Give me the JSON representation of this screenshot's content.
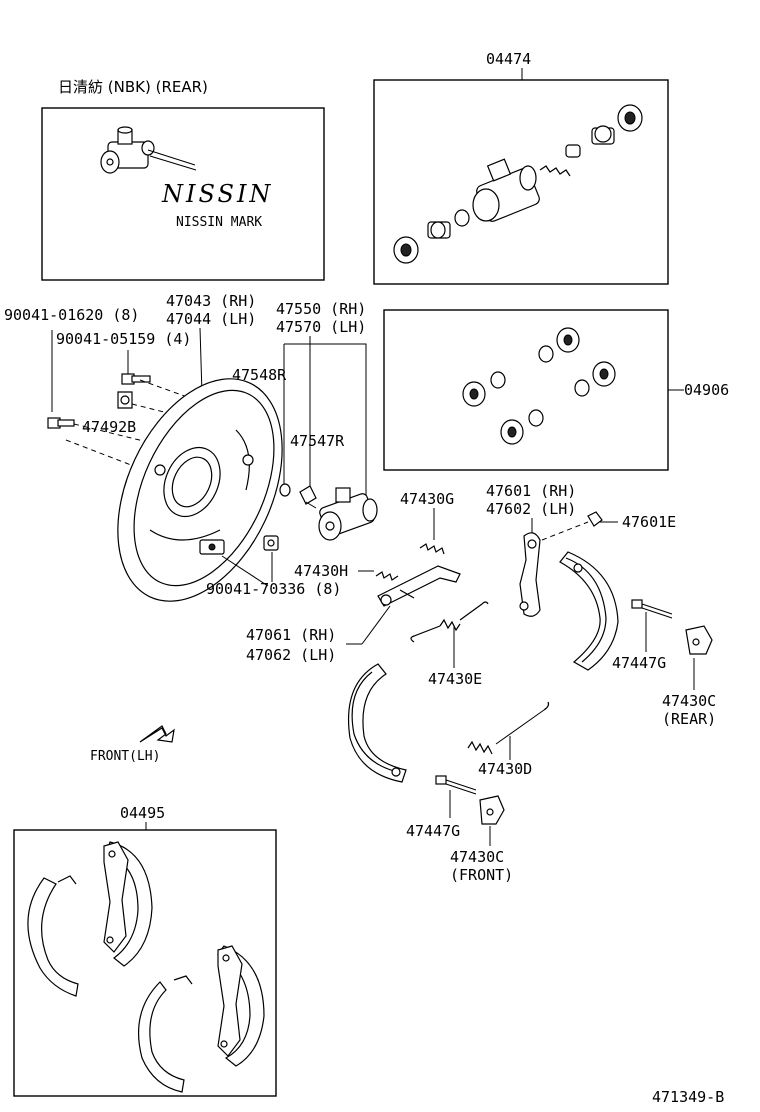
{
  "labels": {
    "nissin_header": "日清紡 (NBK) (REAR)",
    "nissin_brand": "NISSIN",
    "nissin_mark": "NISSIN MARK",
    "kit_04474": "04474",
    "kit_04906": "04906",
    "kit_04495": "04495",
    "p_90041_01620": "90041-01620 (8)",
    "p_90041_05159": "90041-05159 (4)",
    "p_47492B": "47492B",
    "p_47043": "47043 (RH)",
    "p_47044": "47044 (LH)",
    "p_47550": "47550 (RH)",
    "p_47570": "47570 (LH)",
    "p_47548R": "47548R",
    "p_47547R": "47547R",
    "p_47430G": "47430G",
    "p_47601": "47601 (RH)",
    "p_47602": "47602 (LH)",
    "p_47601E": "47601E",
    "p_47430H": "47430H",
    "p_90041_70336": "90041-70336 (8)",
    "p_47061": "47061 (RH)",
    "p_47062": "47062 (LH)",
    "p_47430E": "47430E",
    "p_47447G_rear": "47447G",
    "p_47430C_rear": "47430C",
    "p_rear_tag": "(REAR)",
    "p_47430D": "47430D",
    "front_lh": "FRONT(LH)",
    "p_47447G_front": "47447G",
    "p_47430C_front": "47430C",
    "p_front_tag": "(FRONT)",
    "figure_id": "471349-B"
  }
}
